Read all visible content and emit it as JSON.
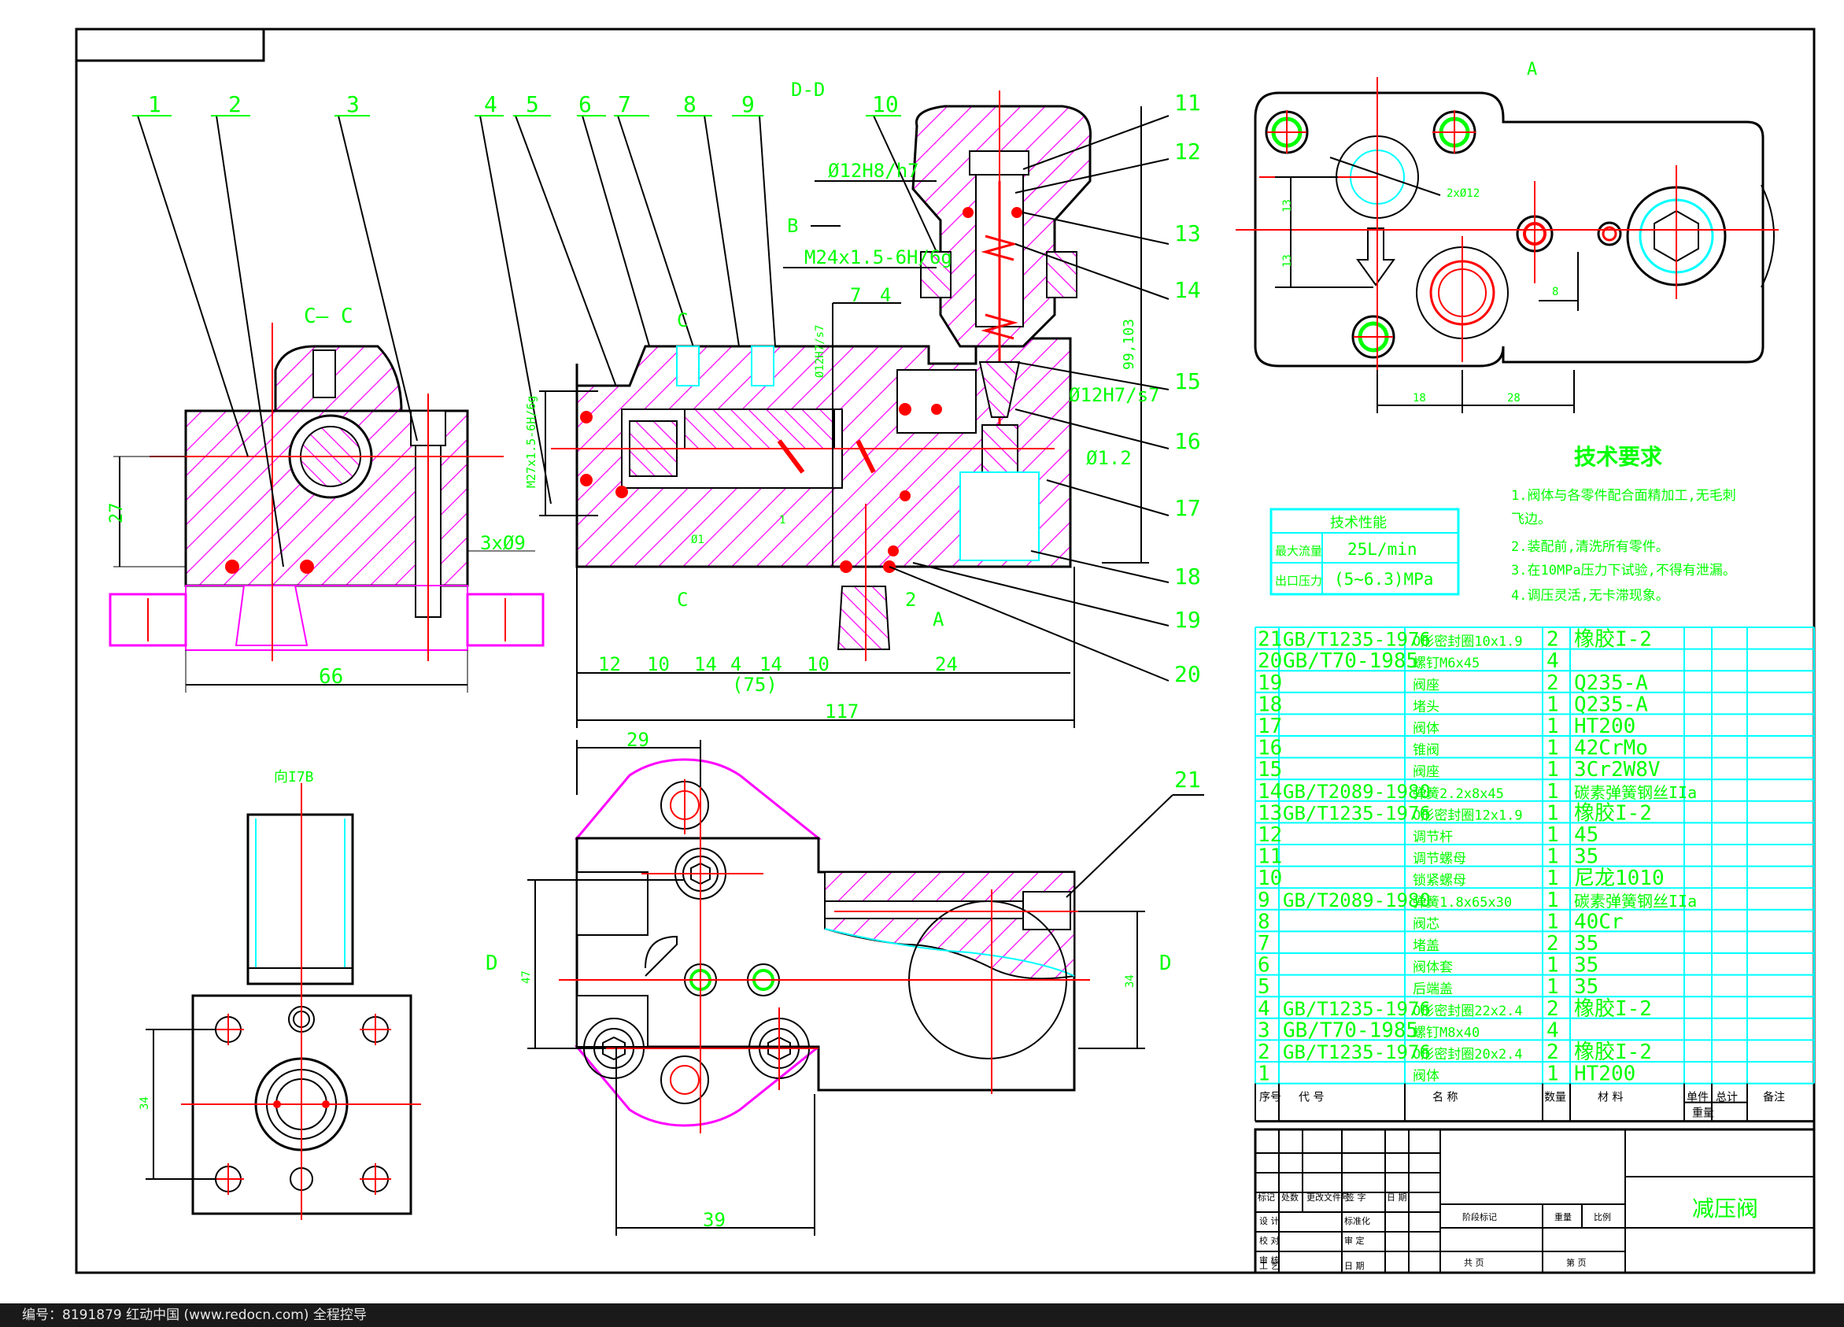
{
  "title": {
    "section_dd": "D-D",
    "section_cc": "C— C",
    "view_a": "A",
    "view_b_arrow": "B",
    "bottom_view": "向I7B",
    "part_name": "减压阀"
  },
  "balloons": [
    "1",
    "2",
    "3",
    "4",
    "5",
    "6",
    "7",
    "8",
    "9",
    "10",
    "11",
    "12",
    "13",
    "14",
    "15",
    "16",
    "17",
    "18",
    "19",
    "20",
    "21"
  ],
  "dims": {
    "d_12h8": "Ø12H8/h7",
    "m24": "M24x1.5-6H/6g",
    "m27": "M27x1.5-6H/6g",
    "d_12h7": "Ø12H7/s7",
    "d_1_2": "Ø1.2",
    "three_d9": "3xØ9",
    "d_27": "27",
    "d_66": "66",
    "d_7": "7",
    "d_4": "4",
    "d_12": "12",
    "d_10a": "10",
    "d_14a": "14",
    "d_4b": "4",
    "d_14b": "14",
    "d_10b": "10",
    "d_24": "24",
    "d_75": "(75)",
    "d_117": "117",
    "d_99": "99,103",
    "d_29": "29",
    "d_39": "39",
    "d_47": "47",
    "d_34": "34",
    "d_34b": "34",
    "d_13a": "13",
    "d_13b": "13",
    "d_18": "18",
    "d_28": "28",
    "d_8": "8",
    "d_2xd12": "2xØ12",
    "d_1": "Ø1",
    "d_small1": "1",
    "d_2": "2",
    "sec_d": "D",
    "sec_c": "C",
    "arrow_a": "A"
  },
  "tech_requirements": {
    "title": "技术要求",
    "lines": [
      "1.阀体与各零件配合面精加工,无毛刺",
      "  飞边。",
      "2.装配前,清洗所有零件。",
      "3.在10MPa压力下试验,不得有泄漏。",
      "4.调压灵活,无卡滞现象。"
    ]
  },
  "perf_table": {
    "title": "技术性能",
    "rows": [
      [
        "最大流量",
        "25L/min"
      ],
      [
        "出口压力",
        "(5~6.3)MPa"
      ]
    ]
  },
  "bom": {
    "rows": [
      [
        "21",
        "GB/T1235-1976",
        "O形密封圈10x1.9",
        "2",
        "橡胶I-2"
      ],
      [
        "20",
        "GB/T70-1985",
        "螺钉M6x45",
        "4",
        ""
      ],
      [
        "19",
        "",
        "阀座",
        "2",
        "Q235-A"
      ],
      [
        "18",
        "",
        "堵头",
        "1",
        "Q235-A"
      ],
      [
        "17",
        "",
        "阀体",
        "1",
        "HT200"
      ],
      [
        "16",
        "",
        "锥阀",
        "1",
        "42CrMo"
      ],
      [
        "15",
        "",
        "阀座",
        "1",
        "3Cr2W8V"
      ],
      [
        "14",
        "GB/T2089-1980",
        "弹簧2.2x8x45",
        "1",
        "碳素弹簧钢丝IIa"
      ],
      [
        "13",
        "GB/T1235-1976",
        "O形密封圈12x1.9",
        "1",
        "橡胶I-2"
      ],
      [
        "12",
        "",
        "调节杆",
        "1",
        "45"
      ],
      [
        "11",
        "",
        "调节螺母",
        "1",
        "35"
      ],
      [
        "10",
        "",
        "锁紧螺母",
        "1",
        "尼龙1010"
      ],
      [
        "9",
        "GB/T2089-1980",
        "弹簧1.8x65x30",
        "1",
        "碳素弹簧钢丝IIa"
      ],
      [
        "8",
        "",
        "阀芯",
        "1",
        "40Cr"
      ],
      [
        "7",
        "",
        "堵盖",
        "2",
        "35"
      ],
      [
        "6",
        "",
        "阀体套",
        "1",
        "35"
      ],
      [
        "5",
        "",
        "后端盖",
        "1",
        "35"
      ],
      [
        "4",
        "GB/T1235-1976",
        "O形密封圈22x2.4",
        "2",
        "橡胶I-2"
      ],
      [
        "3",
        "GB/T70-1985",
        "螺钉M8x40",
        "4",
        ""
      ],
      [
        "2",
        "GB/T1235-1976",
        "O形密封圈20x2.4",
        "2",
        "橡胶I-2"
      ],
      [
        "1",
        "",
        "阀体",
        "1",
        "HT200"
      ]
    ],
    "header": [
      "序号",
      "代  号",
      "名  称",
      "数量",
      "材  料",
      "单件",
      "总计",
      "备注"
    ],
    "header_weight": "重量"
  },
  "title_block": {
    "labels": [
      "标记",
      "处数",
      "更改文件号",
      "签 字",
      "日 期",
      "设 计",
      "标准化",
      "审 核",
      "工 艺",
      "日 期",
      "校 对",
      "审 定",
      "阶段标记",
      "重量",
      "比例",
      "共  页",
      "第  页"
    ]
  },
  "footer": "编号：8191879    红动中国 (www.redocn.com)    全程控导",
  "colors": {
    "outline": "#000000",
    "hatch": "#ff00ff",
    "center": "#ff0000",
    "dim": "#00ff00",
    "cyan": "#00ffff",
    "seal": "#ff0000"
  }
}
